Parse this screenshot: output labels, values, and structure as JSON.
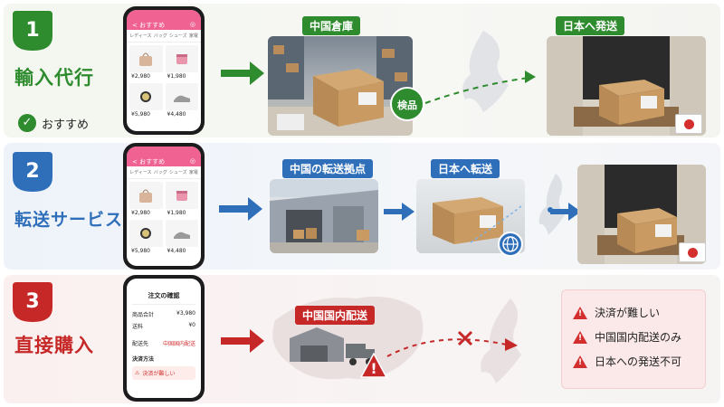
{
  "methods": [
    {
      "number": "1",
      "title": "輸入代行",
      "recommend": "おすすめ",
      "color": "#2e8b2e"
    },
    {
      "number": "2",
      "title": "転送サービス",
      "color": "#2f6fba"
    },
    {
      "number": "3",
      "title": "直接購入",
      "color": "#c62828"
    }
  ],
  "row1": {
    "warehouse_label": "中国倉庫",
    "inspect_badge": "検品",
    "ship_label": "日本へ発送"
  },
  "row2": {
    "hub_label": "中国の転送拠点",
    "forward_label": "日本へ転送"
  },
  "row3": {
    "domestic_label": "中国国内配送"
  },
  "shop_app": {
    "header": "< おすすめ",
    "tabs": [
      "レディース",
      "バッグ",
      "シューズ",
      "家電"
    ],
    "prices": [
      "¥2,980",
      "¥1,980",
      "¥5,980",
      "¥4,480"
    ]
  },
  "order_app": {
    "title": "注文の確認",
    "rows": [
      {
        "label": "商品合計",
        "value": "¥3,980"
      },
      {
        "label": "送料",
        "value": "¥0"
      }
    ],
    "address_label": "配送先",
    "address_value": "中国国内配送",
    "payment_label": "決済方法",
    "payment_warning": "決済が難しい"
  },
  "issues": [
    "決済が難しい",
    "中国国内配送のみ",
    "日本への発送不可"
  ]
}
